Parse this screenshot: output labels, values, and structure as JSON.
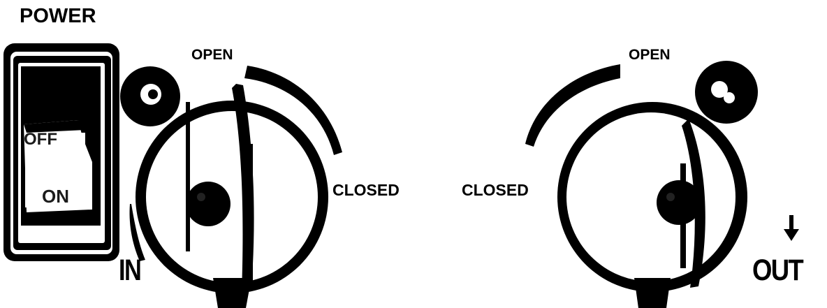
{
  "labels": {
    "power": "POWER",
    "switch_off": "OFF",
    "switch_on": "ON",
    "left_open": "OPEN",
    "left_closed": "CLOSED",
    "left_direction": "IN",
    "right_open": "OPEN",
    "right_closed": "CLOSED",
    "right_direction": "OUT"
  },
  "icons": [
    "rocker-switch-icon",
    "valve-knob-icon",
    "down-arrow-icon"
  ]
}
